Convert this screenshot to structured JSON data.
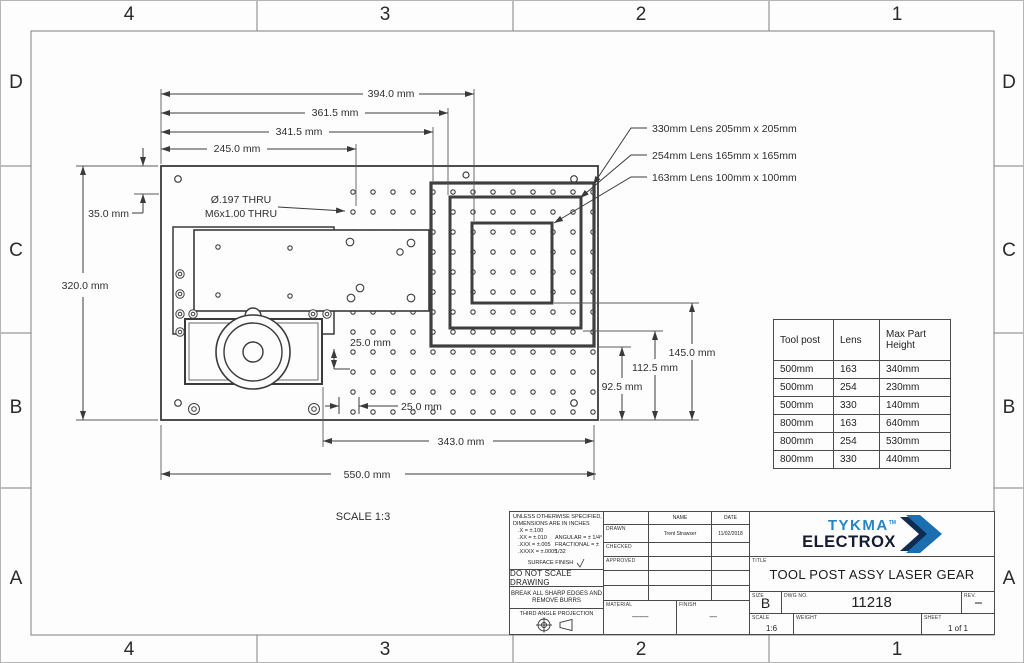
{
  "colors": {
    "logo_blue": "#2585c4",
    "logo_navy": "#141c30",
    "chevron_blue": "#1b6fb0",
    "chevron_navy": "#0f2c52",
    "line": "#3a3a3a"
  },
  "zones": {
    "columns": [
      "4",
      "3",
      "2",
      "1"
    ],
    "rows": [
      "D",
      "C",
      "B",
      "A"
    ]
  },
  "drawing": {
    "scale_label": "SCALE 1:3",
    "dimensions": {
      "top_1": "394.0 mm",
      "top_2": "361.5 mm",
      "top_3": "341.5 mm",
      "top_4": "245.0 mm",
      "left_offset": "35.0 mm",
      "left_height": "320.0 mm",
      "right_1": "145.0 mm",
      "right_2": "112.5 mm",
      "right_3": "92.5 mm",
      "grid_v": "25.0 mm",
      "grid_h": "25.0 mm",
      "bottom_1": "343.0 mm",
      "bottom_2": "550.0 mm"
    },
    "callouts": {
      "thread_1": "Ø.197 THRU",
      "thread_2": "M6x1.00 THRU",
      "lens_330": "330mm Lens 205mm x 205mm",
      "lens_254": "254mm Lens 165mm x 165mm",
      "lens_163": "163mm Lens 100mm x 100mm"
    }
  },
  "lens_table": {
    "headers": [
      "Tool post",
      "Lens",
      "Max Part Height"
    ],
    "rows": [
      [
        "500mm",
        "163",
        "340mm"
      ],
      [
        "500mm",
        "254",
        "230mm"
      ],
      [
        "500mm",
        "330",
        "140mm"
      ],
      [
        "800mm",
        "163",
        "640mm"
      ],
      [
        "800mm",
        "254",
        "530mm"
      ],
      [
        "800mm",
        "330",
        "440mm"
      ]
    ]
  },
  "title_block": {
    "notes": {
      "line1": "UNLESS OTHERWISE SPECIFIED,",
      "line2": "DIMENSIONS ARE IN INCHES",
      "tol1": ".X = ±.100",
      "tol2": ".XX = ±.010",
      "tol3": ".XXX = ±.005",
      "tol4": ".XXXX = ±.0005",
      "angular": "ANGULAR = ± 1/4°",
      "fractional": "FRACTIONAL = ± 1/32",
      "surface": "SURFACE FINISH",
      "do_not_scale": "DO NOT SCALE DRAWING",
      "break_line1": "BREAK ALL SHARP EDGES AND",
      "break_line2": "REMOVE BURRS",
      "projection": "THIRD ANGLE PROJECTION"
    },
    "approval": {
      "name_header": "NAME",
      "date_header": "DATE",
      "drawn_label": "DRAWN",
      "drawn_name": "Trent Strawser",
      "drawn_date": "11/02/2018",
      "checked_label": "CHECKED",
      "approved_label": "APPROVED"
    },
    "material_label": "MATERIAL",
    "material_value": "---------",
    "finish_label": "FINISH",
    "finish_value": "----",
    "logo": {
      "top": "TYKMA",
      "tm": "TM",
      "bottom": "ELECTROX"
    },
    "title_label": "TITLE",
    "title": "TOOL POST ASSY LASER GEAR",
    "size_label": "SIZE",
    "size": "B",
    "dwg_label": "DWG NO.",
    "dwg_no": "11218",
    "rev_label": "REV.",
    "rev": "----",
    "scale_label": "SCALE",
    "scale": "1:6",
    "weight_label": "WEIGHT",
    "sheet_label": "SHEET",
    "sheet": "1 of 1"
  }
}
